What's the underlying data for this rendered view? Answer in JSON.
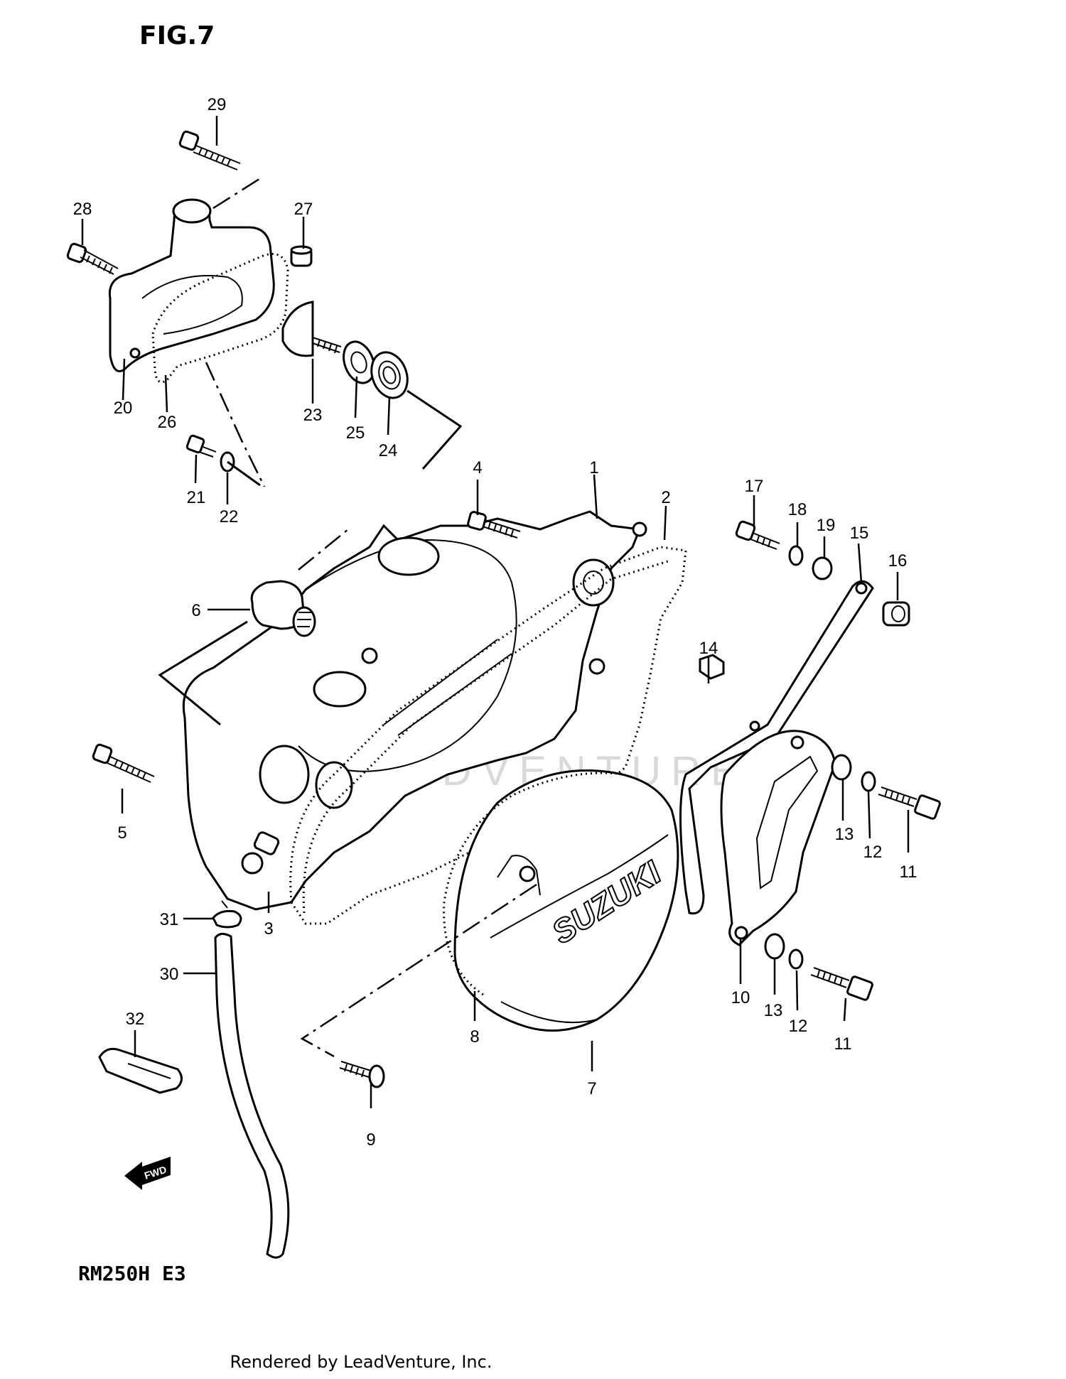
{
  "figure": {
    "title": "FIG.7",
    "model": "RM250H  E3"
  },
  "footer": {
    "credit": "Rendered by LeadVenture, Inc."
  },
  "watermark": {
    "text": "LEADVENTURE"
  },
  "cover_brand": "SUZUKI",
  "forward_arrow": {
    "label": "FWD"
  },
  "parts": {
    "p1": "1",
    "p2": "2",
    "p3": "3",
    "p4": "4",
    "p5": "5",
    "p6": "6",
    "p7": "7",
    "p8": "8",
    "p9": "9",
    "p10": "10",
    "p11a": "11",
    "p11b": "11",
    "p12a": "12",
    "p12b": "12",
    "p13a": "13",
    "p13b": "13",
    "p14": "14",
    "p15": "15",
    "p16": "16",
    "p17": "17",
    "p18": "18",
    "p19": "19",
    "p20": "20",
    "p21": "21",
    "p22": "22",
    "p23": "23",
    "p24": "24",
    "p25": "25",
    "p26": "26",
    "p27": "27",
    "p28": "28",
    "p29": "29",
    "p30": "30",
    "p31": "31",
    "p32": "32"
  }
}
